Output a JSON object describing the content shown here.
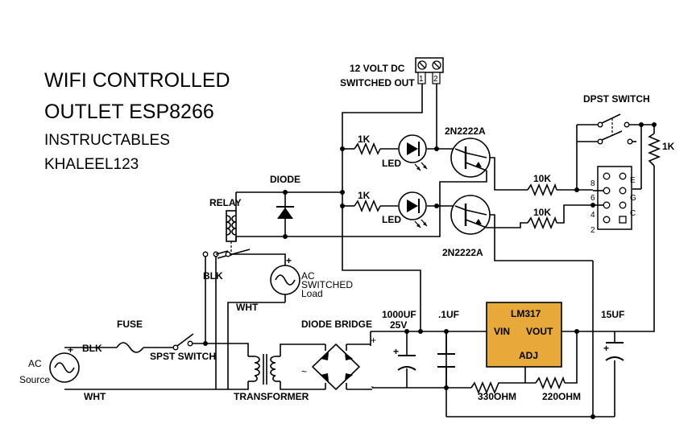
{
  "title": {
    "line1": "WIFI CONTROLLED",
    "line2": "OUTLET ESP8266",
    "line3": "INSTRUCTABLES",
    "line4": "KHALEEL123"
  },
  "labels": {
    "out_line1": "12 VOLT DC",
    "out_line2": "SWITCHED OUT",
    "terminal_pin1": "1",
    "terminal_pin2": "2",
    "dpst_switch": "DPST SWITCH",
    "r_1k_right": "1K",
    "r_1k_top": "1K",
    "r_1k_mid": "1K",
    "led_top": "LED",
    "led_mid": "LED",
    "transistor_top": "2N2222A",
    "transistor_bottom": "2N2222A",
    "r_10k_top": "10K",
    "r_10k_bottom": "10K",
    "diode": "DIODE",
    "relay": "RELAY",
    "relay_blk": "BLK",
    "ac_switched_1": "AC",
    "ac_switched_2": "SWITCHED",
    "ac_switched_3": "Load",
    "wht_load": "WHT",
    "fuse": "FUSE",
    "source_blk": "BLK",
    "ac_source_1": "AC",
    "ac_source_2": "Source",
    "spst_switch": "SPST SWITCH",
    "wht_source": "WHT",
    "transformer": "TRANSFORMER",
    "diode_bridge": "DIODE BRIDGE",
    "cap_1000_1": "1000UF",
    "cap_1000_2": "25V",
    "cap_01": ".1UF",
    "regulator": "LM317",
    "vin": "VIN",
    "vout": "VOUT",
    "adj": "ADJ",
    "cap_15": "15UF",
    "r_330": "330OHM",
    "r_220": "220OHM",
    "pin_8": "8",
    "pin_6": "6",
    "pin_4": "4",
    "pin_2": "2",
    "pin_e": "E",
    "pin_g": "G",
    "pin_c": "C",
    "plus": "+",
    "minus": "-",
    "tilde": "~"
  },
  "colors": {
    "regulator_fill": "#E6A93A",
    "ink": "#000000"
  }
}
